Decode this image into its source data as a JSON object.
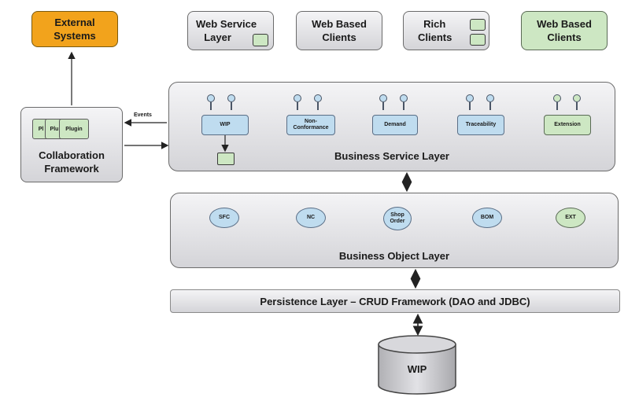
{
  "top": {
    "external": {
      "line1": "External",
      "line2": "Systems"
    },
    "web_service": {
      "line1": "Web Service",
      "line2": "Layer"
    },
    "web_based_1": {
      "line1": "Web Based",
      "line2": "Clients"
    },
    "rich": {
      "line1": "Rich",
      "line2": "Clients"
    },
    "web_based_2": {
      "line1": "Web Based",
      "line2": "Clients"
    }
  },
  "collaboration": {
    "title_line1": "Collaboration",
    "title_line2": "Framework",
    "plugins": [
      "Pl",
      "Plu",
      "Plugin"
    ],
    "events_label": "Events"
  },
  "business_service": {
    "label": "Business Service Layer",
    "services": [
      {
        "line1": "WIP",
        "line2": ""
      },
      {
        "line1": "Non-",
        "line2": "Conformance"
      },
      {
        "line1": "Demand",
        "line2": ""
      },
      {
        "line1": "Traceability",
        "line2": ""
      },
      {
        "line1": "Extension",
        "line2": ""
      }
    ]
  },
  "business_object": {
    "label": "Business Object Layer",
    "objects": [
      {
        "line1": "SFC",
        "line2": ""
      },
      {
        "line1": "NC",
        "line2": ""
      },
      {
        "line1": "Shop",
        "line2": "Order"
      },
      {
        "line1": "BOM",
        "line2": ""
      },
      {
        "line1": "EXT",
        "line2": ""
      }
    ]
  },
  "persistence": {
    "label": "Persistence Layer – CRUD Framework (DAO and JDBC)"
  },
  "database": {
    "label": "WIP"
  },
  "colors": {
    "orange": "#f2a31c",
    "green": "#cde7c3",
    "blue": "#bfdcef",
    "gray": "#dcdce0"
  }
}
